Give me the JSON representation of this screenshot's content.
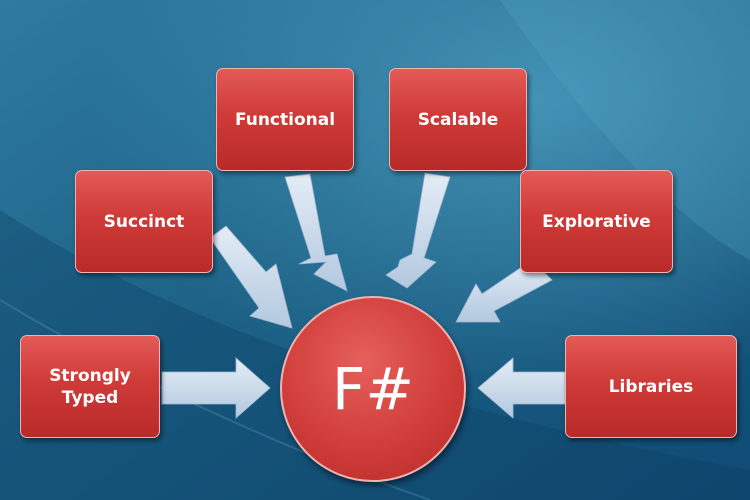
{
  "diagram": {
    "center_label": "F#",
    "nodes": [
      {
        "id": "functional",
        "label": "Functional"
      },
      {
        "id": "scalable",
        "label": "Scalable"
      },
      {
        "id": "succinct",
        "label": "Succinct"
      },
      {
        "id": "explorative",
        "label": "Explorative"
      },
      {
        "id": "strongly_typed",
        "label": "Strongly\nTyped"
      },
      {
        "id": "libraries",
        "label": "Libraries"
      }
    ]
  },
  "colors": {
    "background_dark": "#0f4a73",
    "background_light": "#3f8db0",
    "box_fill": "#cf3b38",
    "box_border": "#f0b3b0",
    "arrow_fill": "#cddcec",
    "text": "#ffffff"
  }
}
